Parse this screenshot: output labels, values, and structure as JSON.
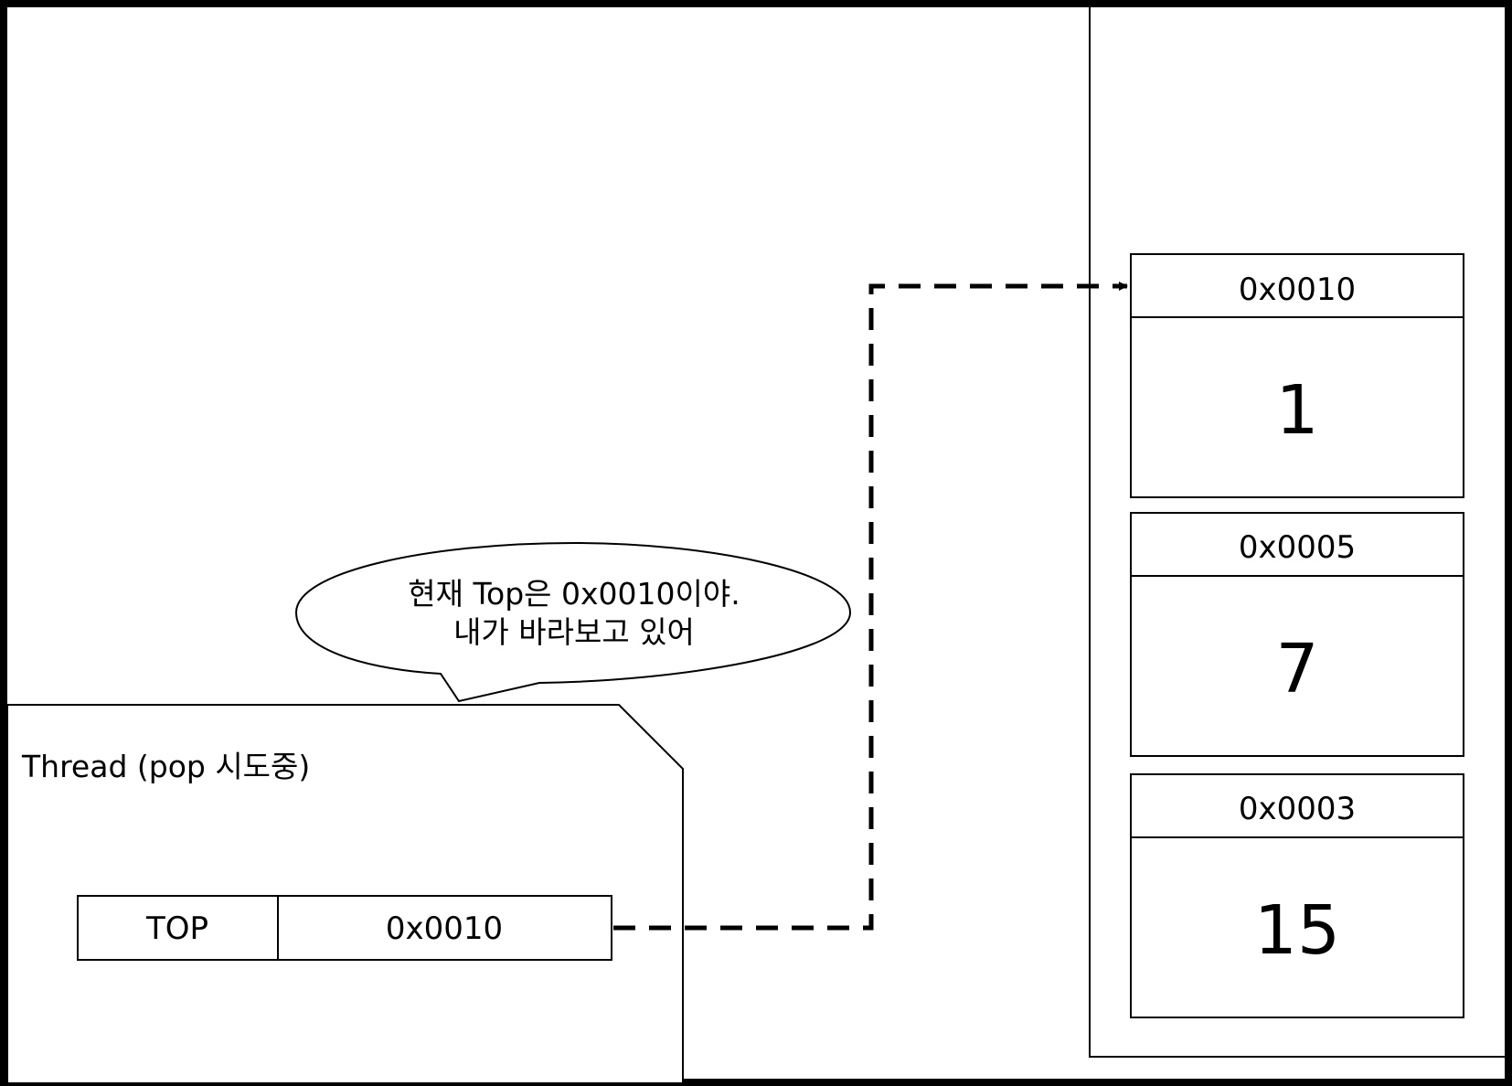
{
  "thread": {
    "label": "Thread (pop 시도중)",
    "top_key": "TOP",
    "top_value": "0x0010"
  },
  "bubble": {
    "line1": "현재 Top은 0x0010이야.",
    "line2": "내가 바라보고 있어"
  },
  "stack": {
    "nodes": [
      {
        "address": "0x0010",
        "value": "1"
      },
      {
        "address": "0x0005",
        "value": "7"
      },
      {
        "address": "0x0003",
        "value": "15"
      }
    ]
  }
}
